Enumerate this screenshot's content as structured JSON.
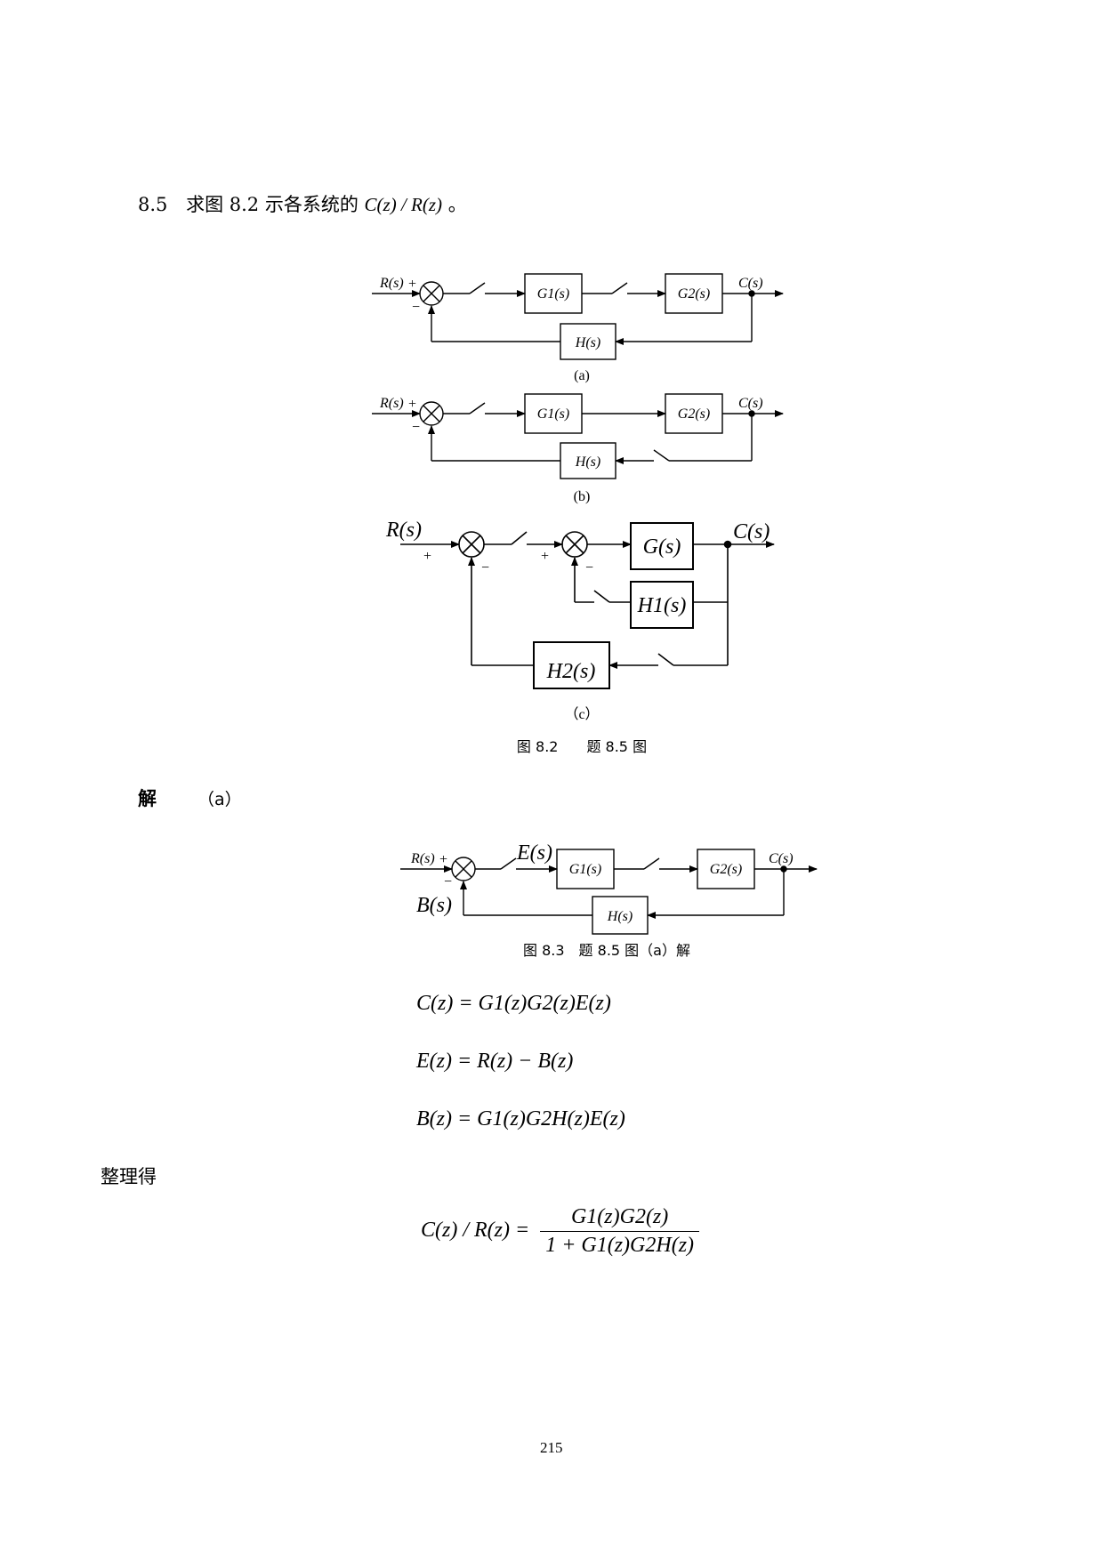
{
  "problem": {
    "number": "8.5",
    "text": "求图 8.2 示各系统的",
    "expr": "C(z) / R(z)",
    "end": "。"
  },
  "diagram_a": {
    "input": "R(s)",
    "plus": "+",
    "minus": "−",
    "g1": "G1(s)",
    "g2": "G2(s)",
    "h": "H(s)",
    "output": "C(s)",
    "caption": "(a)"
  },
  "diagram_b": {
    "input": "R(s)",
    "plus": "+",
    "minus": "−",
    "g1": "G1(s)",
    "g2": "G2(s)",
    "h": "H(s)",
    "output": "C(s)",
    "caption": "(b)"
  },
  "diagram_c": {
    "input": "R(s)",
    "plus1": "+",
    "minus1": "−",
    "plus2": "+",
    "minus2": "−",
    "g": "G(s)",
    "h1": "H1(s)",
    "h2": "H2(s)",
    "output": "C(s)",
    "caption": "（c）"
  },
  "figure_caption": "图 8.2　　题 8.5 图",
  "solution_label": "解",
  "solution_sub": "（a）",
  "diagram_sol": {
    "input": "R(s)",
    "plus": "+",
    "minus": "−",
    "e": "E(s)",
    "b": "B(s)",
    "g1": "G1(s)",
    "g2": "G2(s)",
    "h": "H(s)",
    "output": "C(s)",
    "caption": "图 8.3　题 8.5 图（a）解"
  },
  "equations": [
    "C(z) = G1(z)G2(z)E(z)",
    "E(z) = R(z) − B(z)",
    "B(z) = G1(z)G2H(z)E(z)"
  ],
  "tidy_label": "整理得",
  "result": {
    "lhs": "C(z) / R(z) =",
    "numerator": "G1(z)G2(z)",
    "denominator": "1 + G1(z)G2H(z)"
  },
  "page_number": "215"
}
